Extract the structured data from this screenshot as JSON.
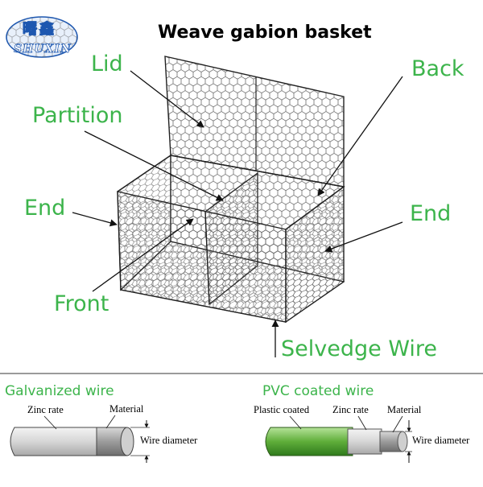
{
  "title": "Weave gabion basket",
  "logo": {
    "chinese": "曙鑫",
    "latin": "SHUXIN"
  },
  "labels": {
    "lid": "Lid",
    "back": "Back",
    "partition": "Partition",
    "end_left": "End",
    "end_right": "End",
    "front": "Front",
    "selvedge": "Selvedge Wire"
  },
  "galvanized": {
    "title": "Galvanized wire",
    "zinc_rate": "Zinc rate",
    "material": "Material",
    "wire_diameter": "Wire diameter"
  },
  "pvc": {
    "title": "PVC coated wire",
    "plastic_coated": "Plastic coated",
    "zinc_rate": "Zinc rate",
    "material": "Material",
    "wire_diameter": "Wire diameter"
  },
  "colors": {
    "label_green": "#3cb44b",
    "mesh": "#555555",
    "outline": "#222222",
    "galvanized_body": "#cfcfcf",
    "pvc_body": "#5fae3a",
    "logo_blue": "#1d57b0"
  }
}
